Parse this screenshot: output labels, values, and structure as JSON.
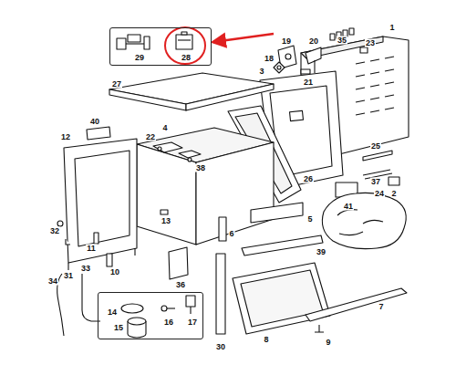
{
  "diagram": {
    "nodes": [
      {
        "text": [
          "29",
          "28"
        ]
      },
      {
        "text": [
          "14",
          "16",
          "17",
          "15"
        ]
      }
    ],
    "labels": [
      "35",
      "23",
      "19",
      "20",
      "18",
      "1",
      "3",
      "21",
      "27",
      "40",
      "22",
      "4",
      "38",
      "12",
      "25",
      "26",
      "37",
      "2",
      "41",
      "24",
      "13",
      "5",
      "32",
      "6",
      "31",
      "11",
      "39",
      "10",
      "36",
      "33",
      "34",
      "7",
      "8",
      "30",
      "9"
    ]
  }
}
